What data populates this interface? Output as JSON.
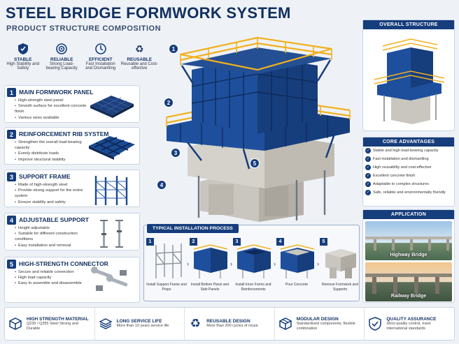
{
  "title": "STEEL BRIDGE FORMWORK SYSTEM",
  "subtitle": "PRODUCT STRUCTURE COMPOSITION",
  "features": [
    {
      "name": "STABLE",
      "desc": "High Stability and Safety",
      "icon": "shield-icon"
    },
    {
      "name": "RELIABLE",
      "desc": "Strong Load-bearing Capacity",
      "icon": "target-icon"
    },
    {
      "name": "EFFICIENT",
      "desc": "Fast Installation and Dismantling",
      "icon": "clock-icon"
    },
    {
      "name": "REUSABLE",
      "desc": "Reusable and Cost-effective",
      "icon": "recycle-icon"
    }
  ],
  "components": [
    {
      "num": "1",
      "title": "MAIN FORMWORK PANEL",
      "items": [
        "High-strength steel panel",
        "Smooth surface for excellent concrete finish",
        "Various sizes available"
      ]
    },
    {
      "num": "2",
      "title": "REINFORCEMENT RIB SYSTEM",
      "items": [
        "Strengthen the overall load-bearing capacity",
        "Evenly distribute loads",
        "Improve structural stability"
      ]
    },
    {
      "num": "3",
      "title": "SUPPORT FRAME",
      "items": [
        "Made of high-strength steel",
        "Provide strong support for the entire system",
        "Ensure stability and safety"
      ]
    },
    {
      "num": "4",
      "title": "ADJUSTABLE SUPPORT",
      "items": [
        "Height adjustable",
        "Suitable for different construction conditions",
        "Easy installation and removal"
      ]
    },
    {
      "num": "5",
      "title": "HIGH-STRENGTH CONNECTOR",
      "items": [
        "Secure and reliable connection",
        "High load capacity",
        "Easy to assemble and disassemble"
      ]
    }
  ],
  "callouts": [
    "1",
    "2",
    "3",
    "4",
    "5"
  ],
  "overall": {
    "title": "OVERALL STRUCTURE"
  },
  "advantages": {
    "title": "CORE ADVANTAGES",
    "items": [
      "Stable and high load-bearing capacity",
      "Fast installation and dismantling",
      "High reusability and cost-effective",
      "Excellent concrete finish",
      "Adaptable to complex structures",
      "Safe, reliable and environmentally friendly"
    ]
  },
  "application": {
    "title": "APPLICATION",
    "photos": [
      "Highway Bridge",
      "Railway Bridge"
    ]
  },
  "process": {
    "title": "TYPICAL INSTALLATION PROCESS",
    "steps": [
      {
        "num": "1",
        "label": "Install Support Frame and Props"
      },
      {
        "num": "2",
        "label": "Install Bottom Panel and Side Panels"
      },
      {
        "num": "3",
        "label": "Install Inner Forms and Reinforcements"
      },
      {
        "num": "4",
        "label": "Pour Concrete"
      },
      {
        "num": "5",
        "label": "Remove Formwork and Supports"
      }
    ]
  },
  "bottom": [
    {
      "title": "HIGH STRENGTH MATERIAL",
      "desc": "Q235 / Q355 Steel Strong and Durable",
      "icon": "cube-steel-icon"
    },
    {
      "title": "LONG SERVICE LIFE",
      "desc": "More than 10 years service life",
      "icon": "layers-icon"
    },
    {
      "title": "REUSABLE DESIGN",
      "desc": "More than 200 cycles of reuse",
      "icon": "recycle-icon"
    },
    {
      "title": "MODULAR DESIGN",
      "desc": "Standardized components, flexible combination",
      "icon": "box-icon"
    },
    {
      "title": "QUALITY ASSURANCE",
      "desc": "Strict quality control, meet international standards",
      "icon": "shield-check-icon"
    }
  ],
  "colors": {
    "navy": "#163d7c",
    "steel_blue": "#1e4f9c",
    "yellow": "#f2b01e",
    "concrete": "#c9c6bf"
  }
}
